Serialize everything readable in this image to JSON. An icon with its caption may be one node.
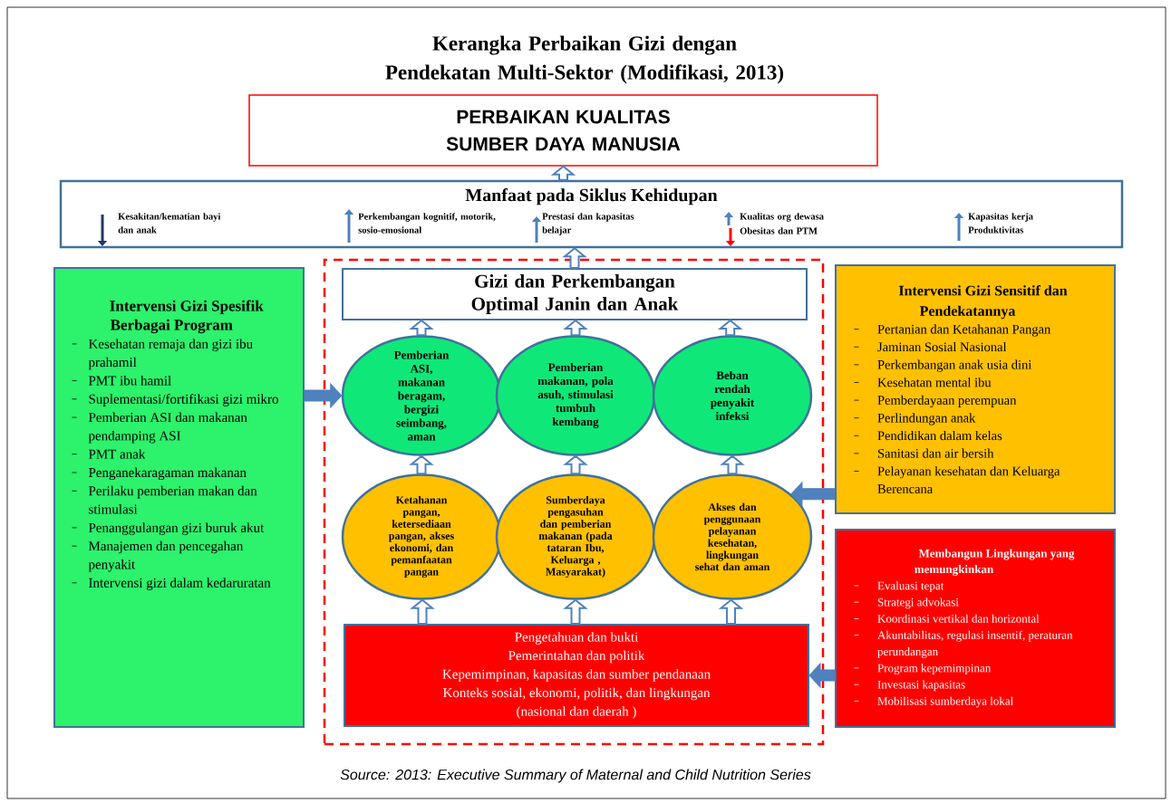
{
  "diagram": {
    "title": "Kerangka Perbaikan Gizi dengan Pendekatan Multi-Sektor (Modifikasi, 2013)",
    "caption": "Source: 2013: Executive Summary of Maternal and Child Nutrition Series",
    "nodes": [
      {
        "text": [
          "PERBAIKAN KUALITAS SUMBER DAYA MANUSIA"
        ]
      },
      {
        "text": [
          "Manfaat pada Siklus Kehidupan",
          "Kesakitan/kematian bayi dan anak",
          "Perkembangan kognitif, motorik, sosio-emosional",
          "Prestasi dan kapasitas belajar",
          "Kualitas org dewasa",
          "Obesitas dan PTM",
          "Kapasitas kerja Produktivitas"
        ]
      },
      {
        "text": [
          "Intervensi Gizi Spesifik Berbagai Program",
          "Kesehatan remaja dan gizi ibu prahamil",
          "PMT ibu hamil",
          "Suplementasi/fortifikasi gizi mikro",
          "Pemberian ASI dan makanan pendamping ASI",
          "PMT anak",
          "Penganekaragaman makanan",
          "Perilaku pemberian makan dan stimulasi",
          "Penanggulangan gizi buruk akut",
          "Manajemen dan pencegahan penyakit",
          "Intervensi gizi dalam kedaruratan"
        ]
      },
      {
        "text": [],
        "shape": "box"
      },
      {
        "text": [
          "Gizi dan Perkembangan Optimal Janin dan Anak"
        ],
        "in": 3
      },
      {
        "text": [
          "Pemberian ASI, makanan beragam, bergizi seimbang, aman"
        ],
        "in": 3
      },
      {
        "text": [
          "Pemberian makanan, pola asuh, stimulasi tumbuh kembang"
        ],
        "in": 3
      },
      {
        "text": [
          "Beban rendah penyakit infeksi"
        ],
        "in": 3
      },
      {
        "text": [
          "Ketahanan pangan, ketersediaan pangan, akses ekonomi, dan pemanfaatan pangan"
        ],
        "in": 3
      },
      {
        "text": [
          "Sumberdaya pengasuhan dan pemberian makanan (pada tataran Ibu, Keluarga , Masyarakat)"
        ],
        "in": 3
      },
      {
        "text": [
          "Akses dan penggunaan pelayanan kesehatan, lingkungan sehat dan aman"
        ],
        "in": 3
      },
      {
        "text": [
          "Pengetahuan dan bukti",
          "Pemerintahan dan politik",
          "Kepemimpinan, kapasitas dan sumber pendanaan",
          "Konteks sosial, ekonomi, politik, dan lingkungan",
          "(nasional dan daerah )"
        ],
        "in": 3
      },
      {
        "text": [
          "Intervensi Gizi Sensitif dan Pendekatannya",
          "Pertanian dan Ketahanan Pangan",
          "Jaminan Sosial Nasional",
          "Perkembangan anak usia dini",
          "Kesehatan mental ibu",
          "Pemberdayaan perempuan",
          "Perlindungan anak",
          "Pendidikan dalam kelas",
          "Sanitasi dan air bersih",
          "Pelayanan kesehatan dan Keluarga Berencana"
        ]
      },
      {
        "text": [
          "Membangun Lingkungan yang memungkinkan",
          "Evaluasi tepat",
          "Strategi advokasi",
          "Koordinasi vertikal dan horizontal",
          "Akuntabilitas, regulasi insentif, peraturan perundangan",
          "Program kepemimpinan",
          "Investasi kapasitas",
          "Mobilisasi sumberdaya lokal"
        ]
      }
    ],
    "edges": [
      {
        "from": 1,
        "to": 0,
        "arrow": "to"
      },
      {
        "from": 4,
        "to": 1,
        "arrow": "to"
      },
      {
        "from": 5,
        "to": 4,
        "arrow": "to"
      },
      {
        "from": 6,
        "to": 4,
        "arrow": "to"
      },
      {
        "from": 7,
        "to": 4,
        "arrow": "to"
      },
      {
        "from": 8,
        "to": 5,
        "arrow": "to"
      },
      {
        "from": 9,
        "to": 6,
        "arrow": "to"
      },
      {
        "from": 10,
        "to": 7,
        "arrow": "to"
      },
      {
        "from": 11,
        "to": 8,
        "arrow": "to"
      },
      {
        "from": 11,
        "to": 9,
        "arrow": "to"
      },
      {
        "from": 11,
        "to": 10,
        "arrow": "to"
      },
      {
        "from": 2,
        "to": 5,
        "arrow": "to",
        "style": "thick"
      },
      {
        "from": 12,
        "to": 10,
        "arrow": "to",
        "style": "thick"
      },
      {
        "from": 13,
        "to": 11,
        "arrow": "to",
        "style": "thick"
      }
    ]
  }
}
